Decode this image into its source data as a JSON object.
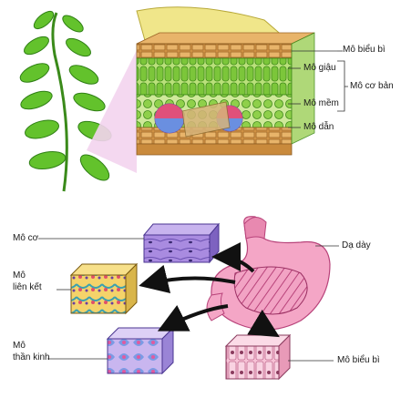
{
  "plant": {
    "labels": {
      "epidermis": "Mô biểu bì",
      "palisade": "Mô giậu",
      "ground": "Mô cơ bản",
      "spongy": "Mô mềm",
      "vascular": "Mô dẫn"
    }
  },
  "animal": {
    "labels": {
      "muscle": "Mô cơ",
      "connective_line1": "Mô",
      "connective_line2": "liên kết",
      "nerve_line1": "Mô",
      "nerve_line2": "thần kinh",
      "stomach": "Dạ dày",
      "epithelial": "Mô biểu bì"
    }
  },
  "colors": {
    "leaf": "#5cb82a",
    "leaf_dark": "#2f8a1a",
    "tissue_brown": "#c98a3c",
    "tissue_green": "#7cc63a",
    "panel_pink": "#f3d4ee",
    "stomach_pink": "#f4a6c6",
    "muscle_purple": "#9b7fd4",
    "connective_teal": "#5fb6c0",
    "nerve_blue": "#b9a4e6",
    "epithelial_pink": "#f7c2d6",
    "arrow": "#111111"
  }
}
